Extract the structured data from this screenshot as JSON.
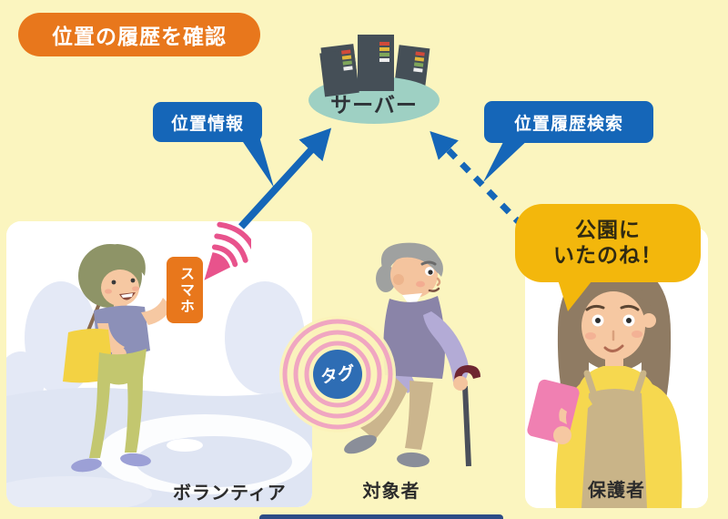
{
  "title": {
    "label": "位置の履歴を確認"
  },
  "server": {
    "label": "サーバー"
  },
  "flow_labels": {
    "location_info": "位置情報",
    "location_history_search": "位置履歴検索"
  },
  "speech_bubble": {
    "line1": "公園に",
    "line2": "いたのね！"
  },
  "device_tags": {
    "smartphone": "スマホ",
    "tag": "タグ"
  },
  "captions": {
    "volunteer": "ボランティア",
    "subject": "対象者",
    "guardian": "保護者"
  },
  "colors": {
    "background": "#FBF5BF",
    "title_badge_orange": "#E8771C",
    "flow_label_blue": "#1566B8",
    "arrow_blue": "#1566B8",
    "speech_bubble_yellow": "#F3B70C",
    "smartphone_orange": "#E8771C",
    "wifi_pink": "#E8538C",
    "tag_circle_blue": "#2E6DB4",
    "tag_rings_pink": "#F0A6C1",
    "server_ellipse_teal": "#9ED0C3",
    "server_tower_dark": "#454F57",
    "panel_white": "#FFFFFF",
    "caption_text": "#2B2B2B"
  }
}
